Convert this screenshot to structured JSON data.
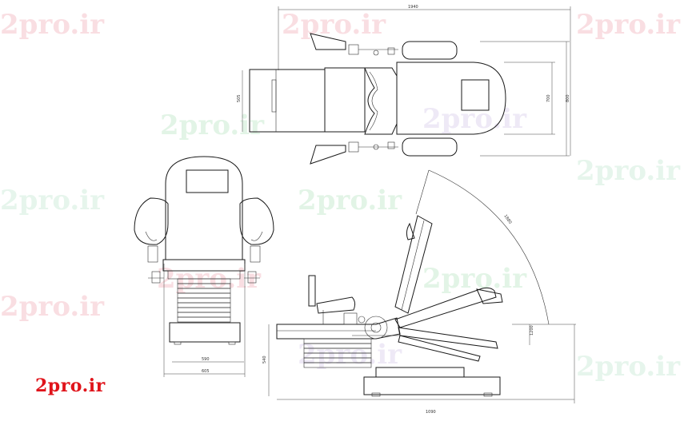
{
  "brand": {
    "logo_text": "2pro.ir",
    "watermark_text": "2pro.ir",
    "logo_color": "#e0141b",
    "watermark_colors": [
      "#e36a7a",
      "#7dcf8c",
      "#b19ad8",
      "#8fd1a8"
    ]
  },
  "dimensions": {
    "top_overall": "1940",
    "top_height_right": "800",
    "top_height_inner": "700",
    "top_height_left": "505",
    "front_width_inner": "590",
    "front_width_overall": "605",
    "side_height": "540",
    "side_width": "1090",
    "side_seat_height": "1200",
    "side_arc": "1880"
  }
}
